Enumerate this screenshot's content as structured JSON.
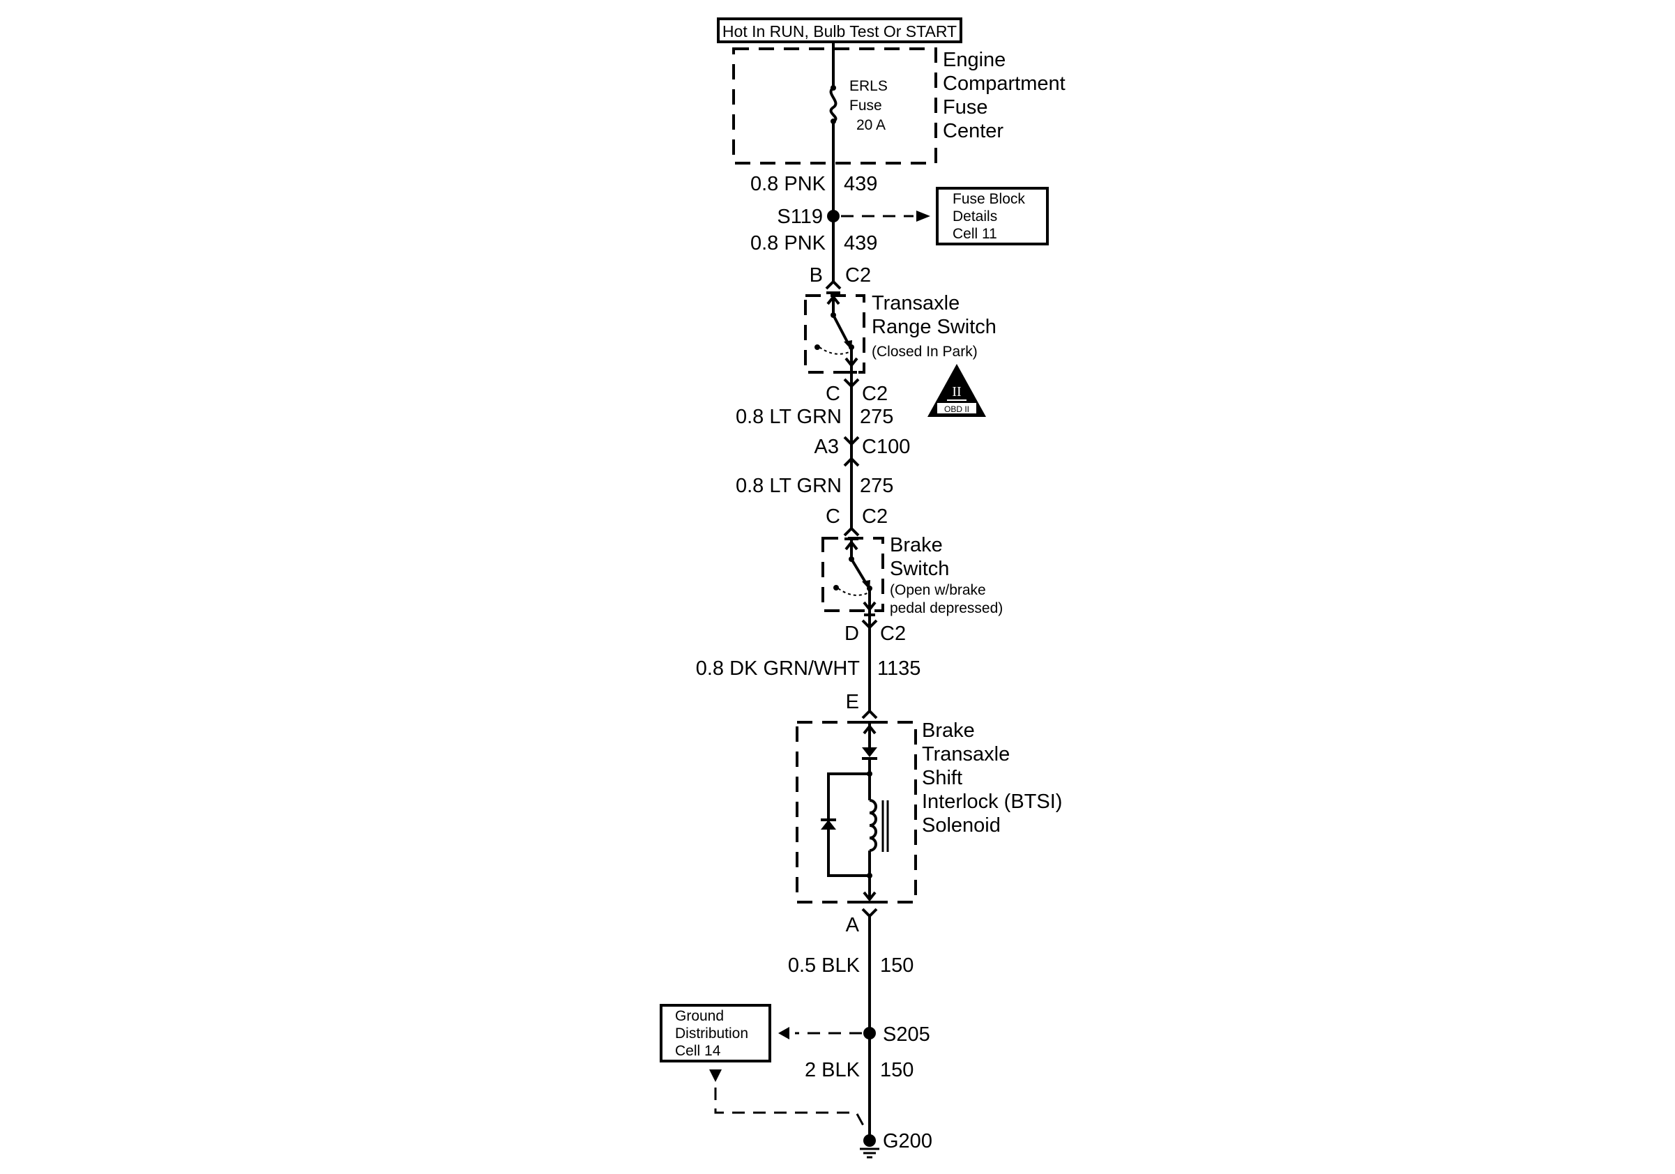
{
  "power_source": {
    "label": "Hot In RUN, Bulb Test Or START"
  },
  "fuse_center": {
    "name_lines": [
      "Engine",
      "Compartment",
      "Fuse",
      "Center"
    ],
    "fuse_lines": [
      "ERLS",
      "Fuse",
      "20 A"
    ]
  },
  "wires": {
    "w439_top": {
      "spec": "0.8 PNK",
      "circuit": "439"
    },
    "w439_bot": {
      "spec": "0.8 PNK",
      "circuit": "439"
    },
    "w275_top": {
      "spec": "0.8 LT GRN",
      "circuit": "275"
    },
    "w275_bot": {
      "spec": "0.8 LT GRN",
      "circuit": "275"
    },
    "w1135": {
      "spec": "0.8 DK GRN/WHT",
      "circuit": "1135"
    },
    "w150_top": {
      "spec": "0.5 BLK",
      "circuit": "150"
    },
    "w150_bot": {
      "spec": "2 BLK",
      "circuit": "150"
    }
  },
  "splices": {
    "s119": "S119",
    "s205": "S205"
  },
  "ground": {
    "label": "G200"
  },
  "refs": {
    "fuse_block": [
      "Fuse Block",
      "Details",
      "Cell 11"
    ],
    "ground_dist": [
      "Ground",
      "Distribution",
      "Cell 14"
    ]
  },
  "connectors": {
    "trs_in": {
      "pin": "B",
      "conn": "C2"
    },
    "trs_out": {
      "pin": "C",
      "conn": "C2"
    },
    "c100": {
      "pin": "A3",
      "conn": "C100"
    },
    "brk_in": {
      "pin": "C",
      "conn": "C2"
    },
    "brk_out": {
      "pin": "D",
      "conn": "C2"
    },
    "btsi_in": {
      "pin": "E"
    },
    "btsi_out": {
      "pin": "A"
    }
  },
  "components": {
    "trs": {
      "name_lines": [
        "Transaxle",
        "Range Switch"
      ],
      "note": "(Closed In Park)"
    },
    "brake": {
      "name_lines": [
        "Brake",
        "Switch"
      ],
      "note_lines": [
        "(Open w/brake",
        "pedal depressed)"
      ]
    },
    "btsi": {
      "name_lines": [
        "Brake",
        "Transaxle",
        "Shift",
        "Interlock (BTSI)",
        "Solenoid"
      ]
    }
  },
  "obd_badge": {
    "symbol": "II",
    "label": "OBD II"
  }
}
